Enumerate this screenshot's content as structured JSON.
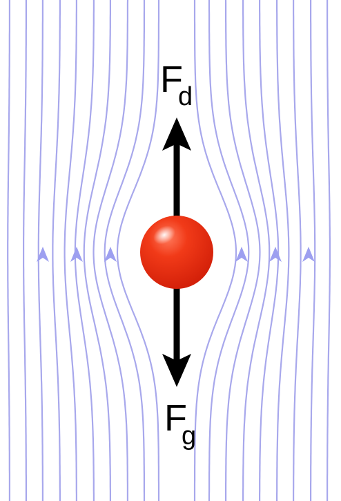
{
  "diagram": {
    "labels": {
      "drag_force": {
        "main": "F",
        "sub": "d"
      },
      "gravity_force": {
        "main": "F",
        "sub": "g"
      }
    },
    "colors": {
      "streamline": "#a8a8ec",
      "streamline_arrow": "#9d9ff0",
      "force_arrow": "#000000",
      "particle": "#ee2b12",
      "particle_highlight": "#ffd6c8",
      "background": "#ffffff"
    },
    "flow_direction": "up",
    "forces": [
      {
        "name": "drag",
        "direction": "up"
      },
      {
        "name": "gravity",
        "direction": "down"
      }
    ]
  }
}
